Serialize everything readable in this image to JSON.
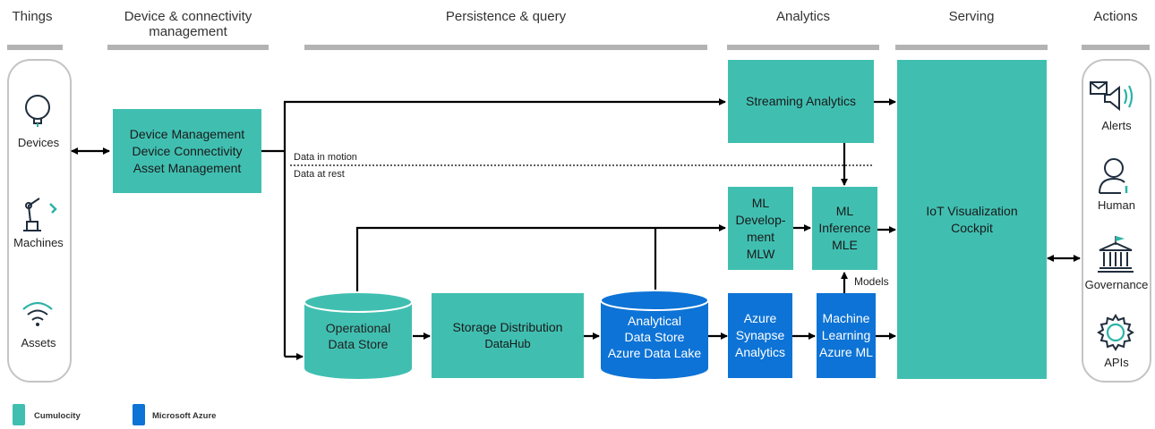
{
  "columns": {
    "things": "Things",
    "device_mgmt": "Device & connectivity management",
    "persistence": "Persistence & query",
    "analytics": "Analytics",
    "serving": "Serving",
    "actions": "Actions"
  },
  "things": {
    "devices": "Devices",
    "machines": "Machines",
    "assets": "Assets"
  },
  "actions": {
    "alerts": "Alerts",
    "human": "Human",
    "governance": "Governance",
    "apis": "APIs"
  },
  "boxes": {
    "device_mgmt": [
      "Device Management",
      "Device Connectivity",
      "Asset Management"
    ],
    "streaming": "Streaming Analytics",
    "ml_dev": [
      "ML",
      "Develop-",
      "ment",
      "MLW"
    ],
    "ml_inference": [
      "ML",
      "Inference",
      "MLE"
    ],
    "iot_vis": [
      "IoT Visualization",
      "Cockpit"
    ],
    "operational": [
      "Operational",
      "Data Store"
    ],
    "storage": [
      "Storage Distribution",
      "DataHub"
    ],
    "analytical": [
      "Analytical",
      "Data Store",
      "Azure Data Lake"
    ],
    "synapse": [
      "Azure",
      "Synapse",
      "Analytics"
    ],
    "azure_ml": [
      "Machine",
      "Learning",
      "Azure ML"
    ]
  },
  "annotations": {
    "data_in_motion": "Data in motion",
    "data_at_rest": "Data at rest",
    "models": "Models"
  },
  "legend": {
    "cumulocity": "Cumulocity",
    "azure": "Microsoft Azure"
  },
  "colors": {
    "cumulocity": "#40bfb1",
    "azure": "#0d73d6",
    "header_bar": "#b3b3b3",
    "icon": "#1f2d3d",
    "icon_accent": "#2bb3a6"
  }
}
